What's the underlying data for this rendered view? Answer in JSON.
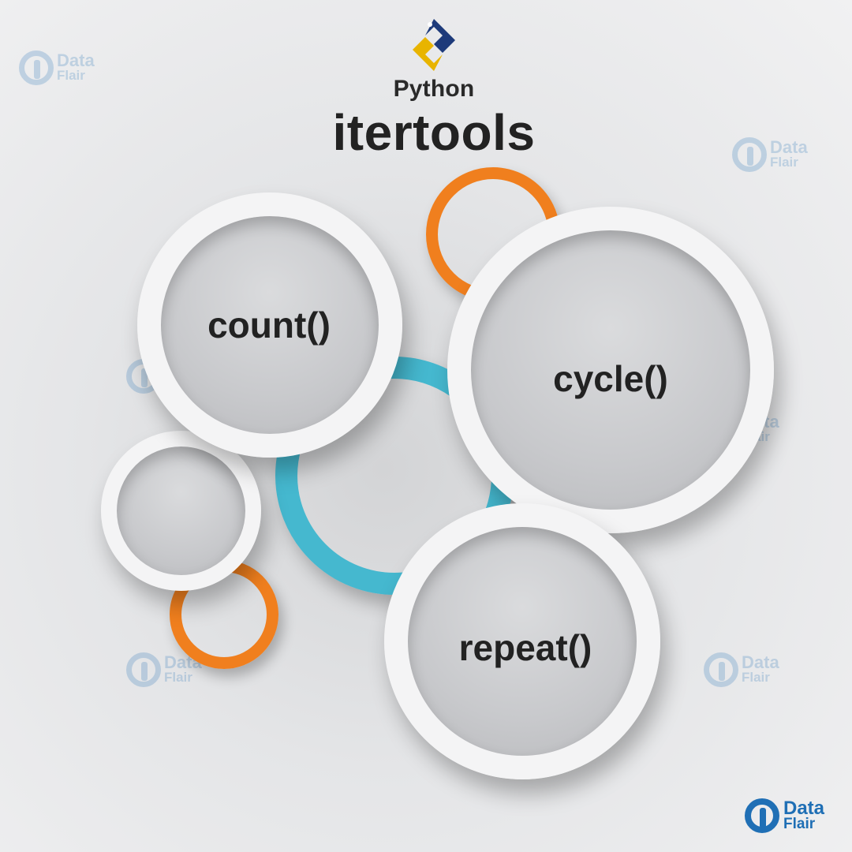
{
  "header": {
    "subtitle": "Python",
    "title": "itertools"
  },
  "circles": {
    "count_label": "count()",
    "cycle_label": "cycle()",
    "repeat_label": "repeat()"
  },
  "watermark": {
    "line1": "Data",
    "line2": "Flair"
  },
  "brand": {
    "line1": "Data",
    "line2": "Flair"
  },
  "colors": {
    "orange": "#f07f1e",
    "teal": "#45b8cf",
    "brand_blue": "#1f6fb5",
    "logo_yellow": "#e8b400",
    "logo_navy": "#1d3a7a"
  }
}
